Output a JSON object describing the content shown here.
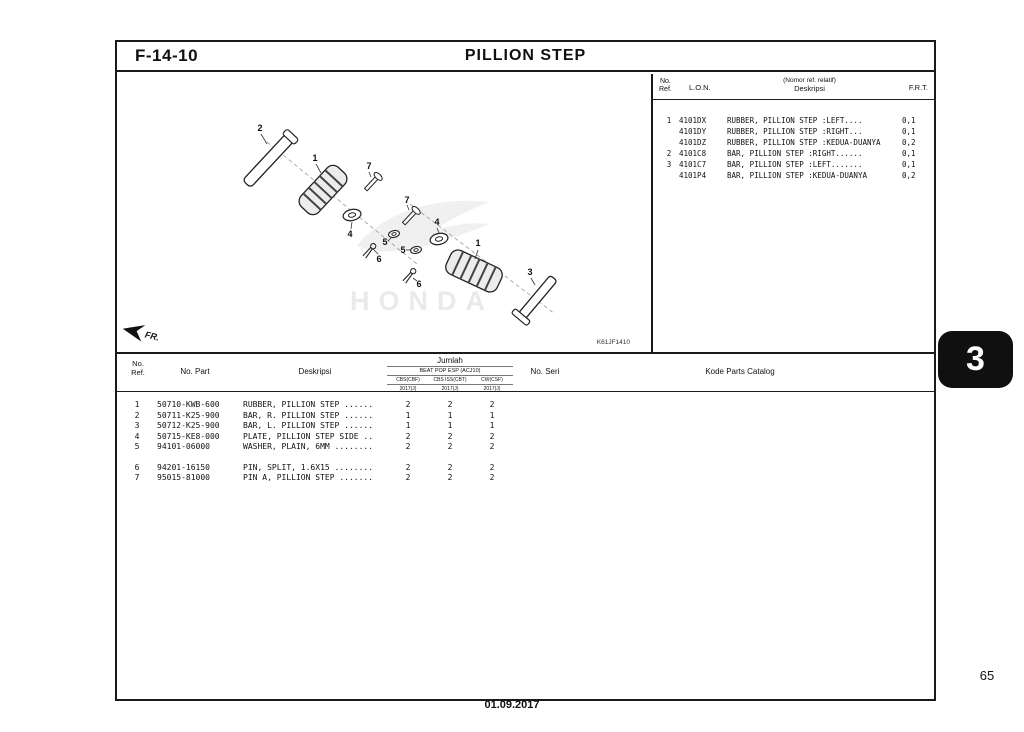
{
  "page": {
    "code": "F-14-10",
    "title": "PILLION STEP",
    "tab": "3",
    "page_number": "65",
    "date": "01.09.2017"
  },
  "diagram": {
    "numbers": [
      "1",
      "2",
      "3",
      "4",
      "5",
      "6",
      "7"
    ],
    "fr_label": "FR.",
    "code": "K61JF1410",
    "watermark": "HONDA"
  },
  "ref_table": {
    "headers": {
      "no_ref_line1": "No.",
      "no_ref_line2": "Ref.",
      "lon": "L.O.N.",
      "desc_line1": "(Nomor ref. relatif)",
      "desc_line2": "Deskripsi",
      "frt": "F.R.T."
    },
    "rows": [
      {
        "ref": "1",
        "lon": "4101DX",
        "desc": "RUBBER, PILLION STEP :LEFT....",
        "frt": "0,1"
      },
      {
        "ref": "",
        "lon": "4101DY",
        "desc": "RUBBER, PILLION STEP :RIGHT...",
        "frt": "0,1"
      },
      {
        "ref": "",
        "lon": "4101DZ",
        "desc": "RUBBER, PILLION STEP :KEDUA-DUANYA",
        "frt": "0,2"
      },
      {
        "ref": "2",
        "lon": "4101C8",
        "desc": "BAR, PILLION STEP :RIGHT......",
        "frt": "0,1"
      },
      {
        "ref": "3",
        "lon": "4101C7",
        "desc": "BAR, PILLION STEP :LEFT.......",
        "frt": "0,1"
      },
      {
        "ref": "",
        "lon": "4101P4",
        "desc": "BAR, PILLION STEP :KEDUA-DUANYA",
        "frt": "0,2"
      }
    ]
  },
  "parts_table": {
    "headers": {
      "no_ref_line1": "No.",
      "no_ref_line2": "Ref.",
      "no_part": "No. Part",
      "deskripsi": "Deskripsi",
      "jumlah": "Jumlah",
      "model": "BEAT POP ESP (ACJ10)",
      "variants": [
        "CBS(CBF)",
        "CBS ISS(CBT)",
        "CW(CSF)"
      ],
      "years": [
        "2017(J)",
        "2017(J)",
        "2017(J)"
      ],
      "no_seri": "No. Seri",
      "kode": "Kode Parts Catalog"
    },
    "rows": [
      {
        "ref": "1",
        "part": "50710-KWB-600",
        "desc": "RUBBER, PILLION STEP ......",
        "q1": "2",
        "q2": "2",
        "q3": "2"
      },
      {
        "ref": "2",
        "part": "50711-K25-900",
        "desc": "BAR, R. PILLION STEP ......",
        "q1": "1",
        "q2": "1",
        "q3": "1"
      },
      {
        "ref": "3",
        "part": "50712-K25-900",
        "desc": "BAR, L. PILLION STEP ......",
        "q1": "1",
        "q2": "1",
        "q3": "1"
      },
      {
        "ref": "4",
        "part": "50715-KE8-000",
        "desc": "PLATE, PILLION STEP SIDE ..",
        "q1": "2",
        "q2": "2",
        "q3": "2"
      },
      {
        "ref": "5",
        "part": "94101-06000",
        "desc": "WASHER, PLAIN, 6MM ........",
        "q1": "2",
        "q2": "2",
        "q3": "2"
      },
      {
        "ref": "6",
        "part": "94201-16150",
        "desc": "PIN, SPLIT, 1.6X15 ........",
        "q1": "2",
        "q2": "2",
        "q3": "2"
      },
      {
        "ref": "7",
        "part": "95015-81000",
        "desc": "PIN A, PILLION STEP .......",
        "q1": "2",
        "q2": "2",
        "q3": "2"
      }
    ]
  }
}
